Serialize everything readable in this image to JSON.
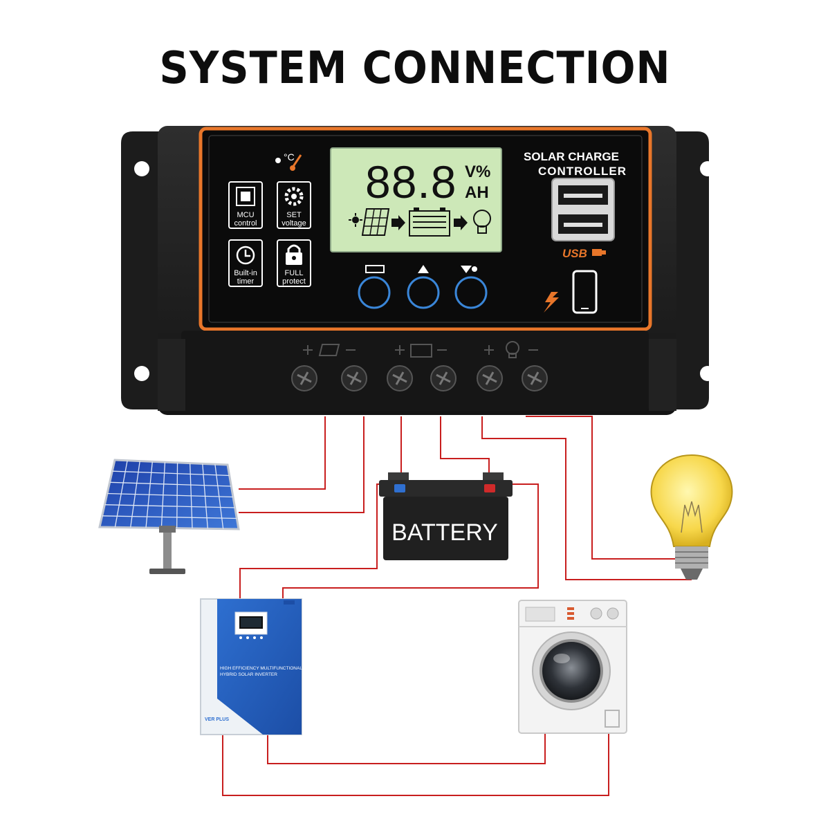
{
  "title": "SYSTEM CONNECTION",
  "controller": {
    "brand_line1": "SOLAR CHARGE",
    "brand_line2": "CONTROLLER",
    "lcd_digits": "88.8",
    "lcd_unit_top": "V%",
    "lcd_unit_bottom": "AH",
    "usb_label": "USB",
    "features": [
      {
        "icon": "chip-icon",
        "line1": "MCU",
        "line2": "control"
      },
      {
        "icon": "gear-icon",
        "line1": "SET",
        "line2": "voltage"
      },
      {
        "icon": "clock-icon",
        "line1": "Built-in",
        "line2": "timer"
      },
      {
        "icon": "lock-icon",
        "line1": "FULL",
        "line2": "protect"
      }
    ],
    "buttons": [
      {
        "icon": "battery-icon"
      },
      {
        "icon": "up-arrow-icon"
      },
      {
        "icon": "down-arrow-icon"
      }
    ],
    "terminal_groups": [
      {
        "icon": "solar-panel-icon"
      },
      {
        "icon": "battery-icon"
      },
      {
        "icon": "lamp-icon"
      }
    ]
  },
  "battery": {
    "label": "BATTERY"
  },
  "inverter": {
    "text_line1": "HIGH EFFICIENCY MULTIFUNCTIONAL",
    "text_line2": "HYBRID SOLAR INVERTER",
    "brand": "VER PLUS"
  },
  "colors": {
    "wire": "#c81e1e",
    "accent": "#e8762a",
    "lcd": "#cde8b8",
    "body": "#232323"
  }
}
